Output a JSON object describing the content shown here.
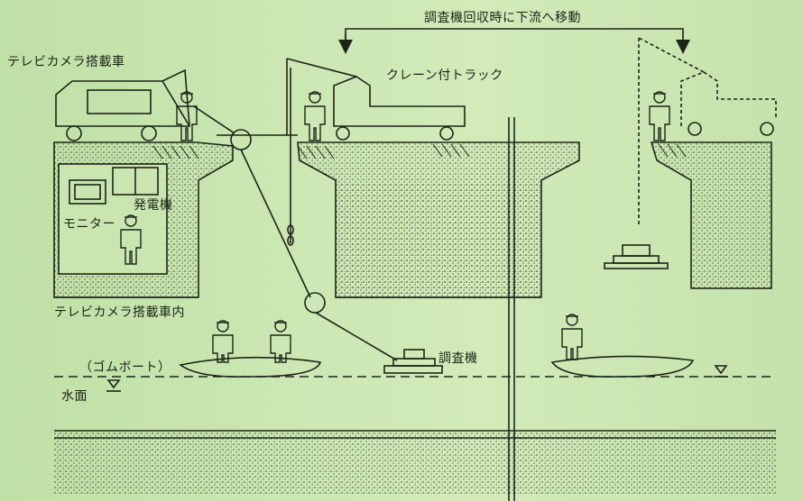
{
  "labels": {
    "tv_car": "テレビカメラ搭載車",
    "crane_truck": "クレーン付トラック",
    "move_note": "調査機回収時に下流へ移動",
    "generator": "発電機",
    "monitor": "モニター",
    "tv_car_inside": "テレビカメラ搭載車内",
    "inspector": "調査機",
    "rubber_boat": "（ゴムボート）",
    "water_surface": "水面"
  },
  "colors": {
    "background": "#c9e6b0",
    "ink": "#1d2418",
    "stipple": "#2a3324"
  }
}
